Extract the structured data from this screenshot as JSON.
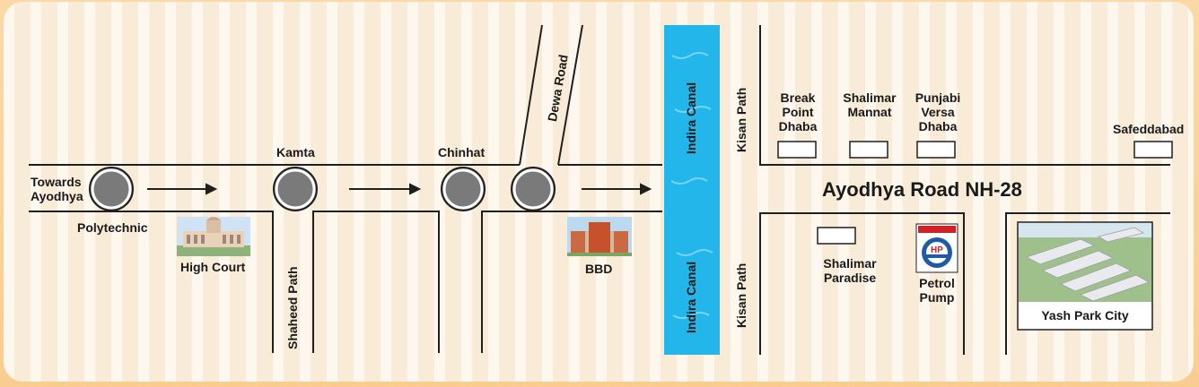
{
  "map": {
    "road_title": "Ayodhya Road NH-28",
    "towards": [
      "Towards",
      "Ayodhya"
    ],
    "polytechnic": "Polytechnic",
    "kamta": "Kamta",
    "chinhat": "Chinhat",
    "dewa_road": "Dewa Road",
    "high_court": "High Court",
    "bbd": "BBD",
    "shaheed_path": "Shaheed Path",
    "canal_label": "Indira Canal",
    "kisan_path": "Kisan Path",
    "break_point": [
      "Break",
      "Point",
      "Dhaba"
    ],
    "shalimar_mannat": [
      "Shalimar",
      "Mannat"
    ],
    "punjabi_versa": [
      "Punjabi",
      "Versa",
      "Dhaba"
    ],
    "safeddabad": "Safeddabad",
    "shalimar_paradise": [
      "Shalimar",
      "Paradise"
    ],
    "petrol_pump": [
      "Petrol",
      "Pump"
    ],
    "hp_logo_text": "HP",
    "yash_park": "Yash Park City"
  },
  "colors": {
    "road": "#1f1f1f",
    "roundabout": "#7a7a7a",
    "canal": "#22b6ea",
    "hp_blue": "#1f5aa8",
    "hp_red": "#d32027"
  }
}
